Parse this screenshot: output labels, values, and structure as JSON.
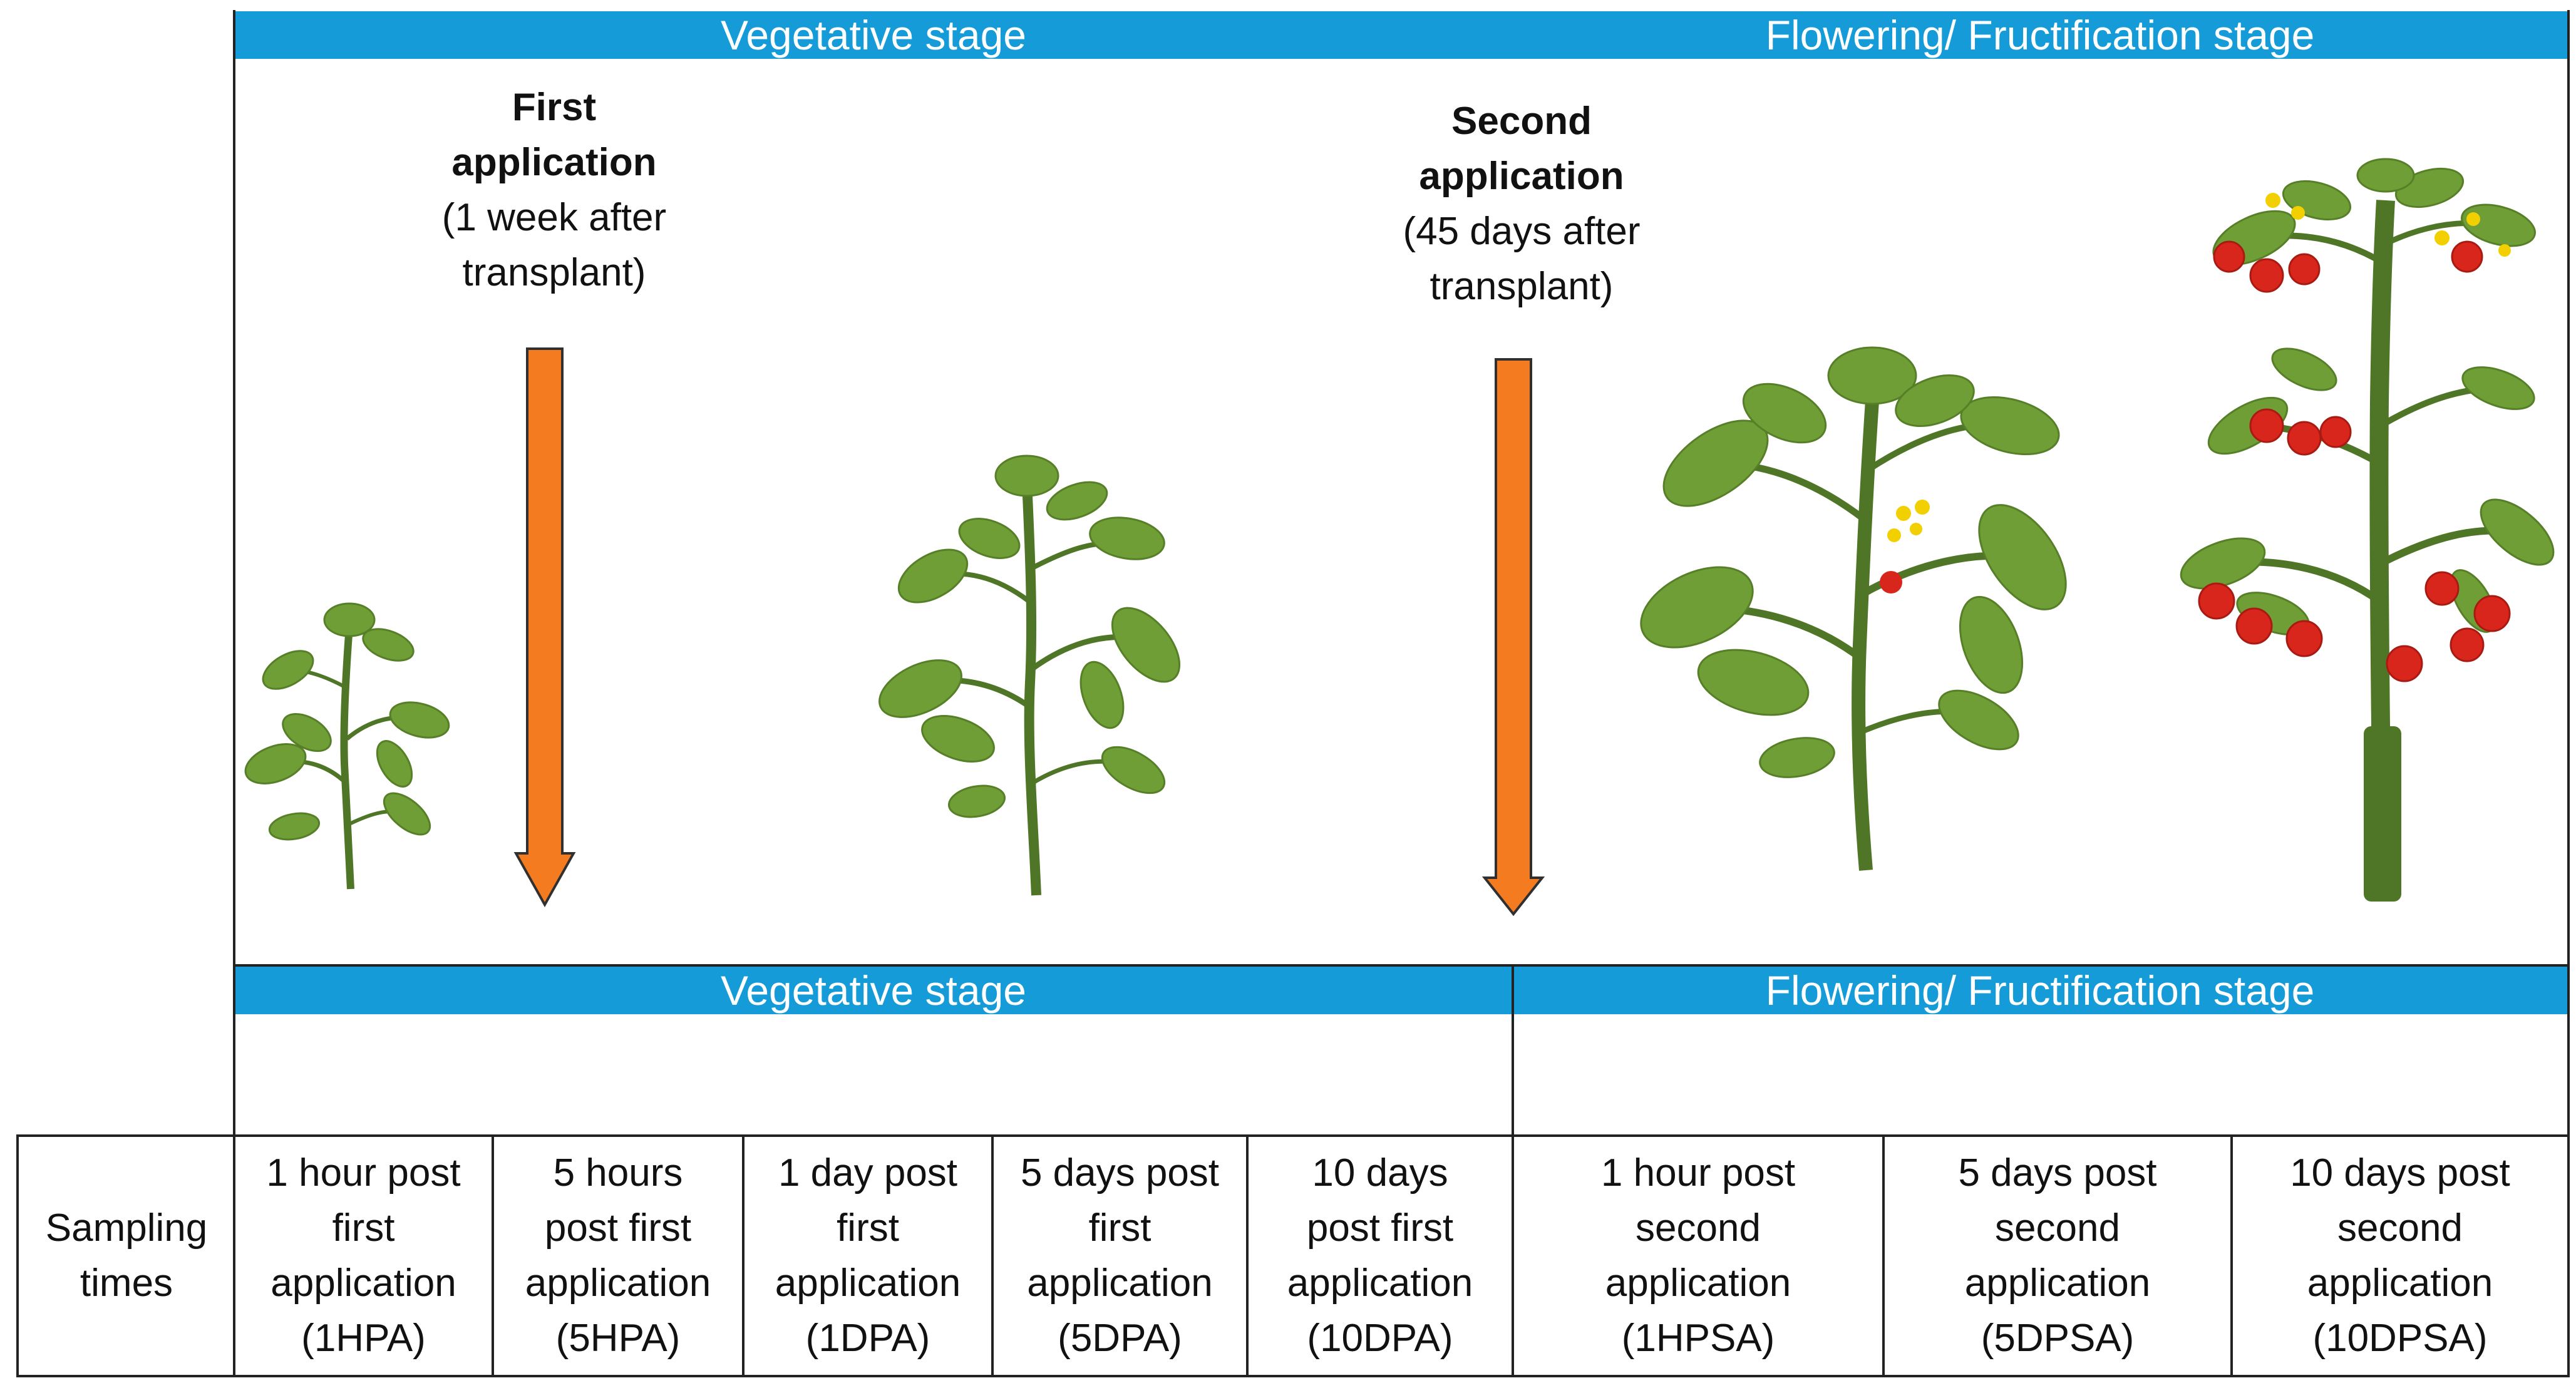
{
  "header": {
    "vegetative_label": "Vegetative stage",
    "flowering_label": "Flowering/ Fructification stage"
  },
  "applications": [
    {
      "title_line1": "First",
      "title_line2": "application",
      "detail_line1": "(1 week after",
      "detail_line2": "transplant)"
    },
    {
      "title_line1": "Second",
      "title_line2": "application",
      "detail_line1": "(45 days after",
      "detail_line2": "transplant)"
    }
  ],
  "lower_header": {
    "vegetative_label": "Vegetative stage",
    "flowering_label": "Flowering/ Fructification stage"
  },
  "table": {
    "row_header_line1": "Sampling",
    "row_header_line2": "times",
    "cells": [
      {
        "l1": "1 hour post",
        "l2": "first",
        "l3": "application",
        "l4": "(1HPA)"
      },
      {
        "l1": "5 hours",
        "l2": "post first",
        "l3": "application",
        "l4": "(5HPA)"
      },
      {
        "l1": "1 day post",
        "l2": "first",
        "l3": "application",
        "l4": "(1DPA)"
      },
      {
        "l1": "5 days post",
        "l2": "first",
        "l3": "application",
        "l4": "(5DPA)"
      },
      {
        "l1": "10 days",
        "l2": "post first",
        "l3": "application",
        "l4": "(10DPA)"
      },
      {
        "l1": "1 hour post",
        "l2": "second",
        "l3": "application",
        "l4": "(1HPSA)"
      },
      {
        "l1": "5 days post",
        "l2": "second",
        "l3": "application",
        "l4": "(5DPSA)"
      },
      {
        "l1": "10 days post",
        "l2": "second",
        "l3": "application",
        "l4": "(10DPSA)"
      }
    ]
  },
  "colors": {
    "stage_bar": "#159bd7",
    "arrow": "#f47b20",
    "leaf": "#6e9e35",
    "stem": "#4f7526",
    "fruit": "#d9261c",
    "flower": "#f2d000"
  },
  "icons": [
    "small-seedling-icon",
    "young-plant-icon",
    "flowering-plant-icon",
    "fruiting-tomato-plant-icon",
    "down-arrow-icon"
  ]
}
